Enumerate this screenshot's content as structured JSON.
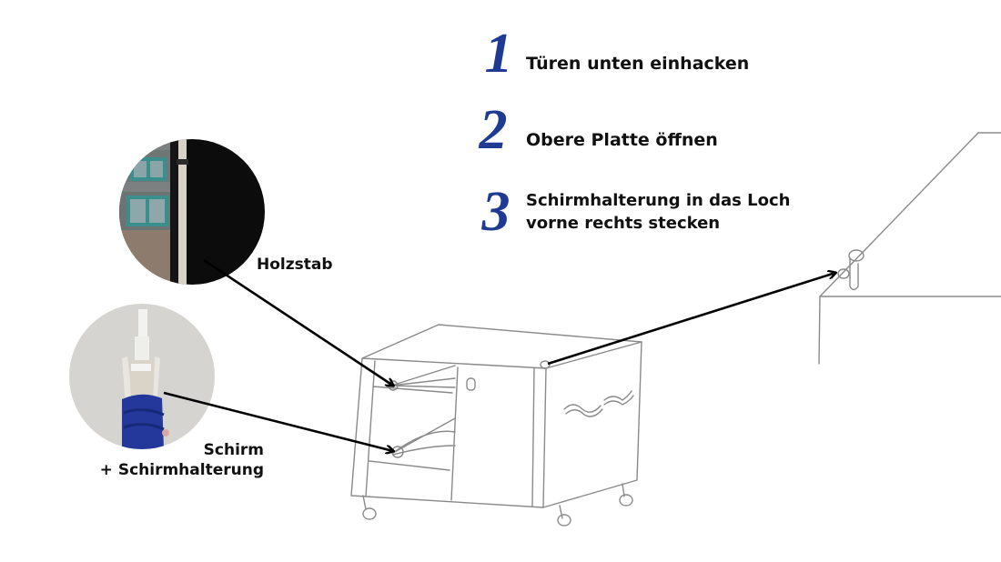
{
  "steps": [
    {
      "number": "1",
      "text": "Türen unten einhacken"
    },
    {
      "number": "2",
      "text": "Obere Platte öffnen"
    },
    {
      "number": "3",
      "text": "Schirmhalterung in das Loch vorne rechts stecken",
      "line1": "Schirmhalterung in das Loch",
      "line2": "vorne rechts stecken"
    }
  ],
  "labels": {
    "holzstab": "Holzstab",
    "schirm": "Schirm",
    "schirmhalterung": "+ Schirmhalterung"
  },
  "photos": [
    {
      "name": "holzstab-photo",
      "description": "wooden rod next to black panel, building in background"
    },
    {
      "name": "schirm-photo",
      "description": "folded blue umbrella with white holder against wall"
    }
  ],
  "colors": {
    "step_number": "#1f3a93",
    "text": "#111111",
    "sketch_line": "#8a8a8a",
    "arrow": "#000000"
  }
}
